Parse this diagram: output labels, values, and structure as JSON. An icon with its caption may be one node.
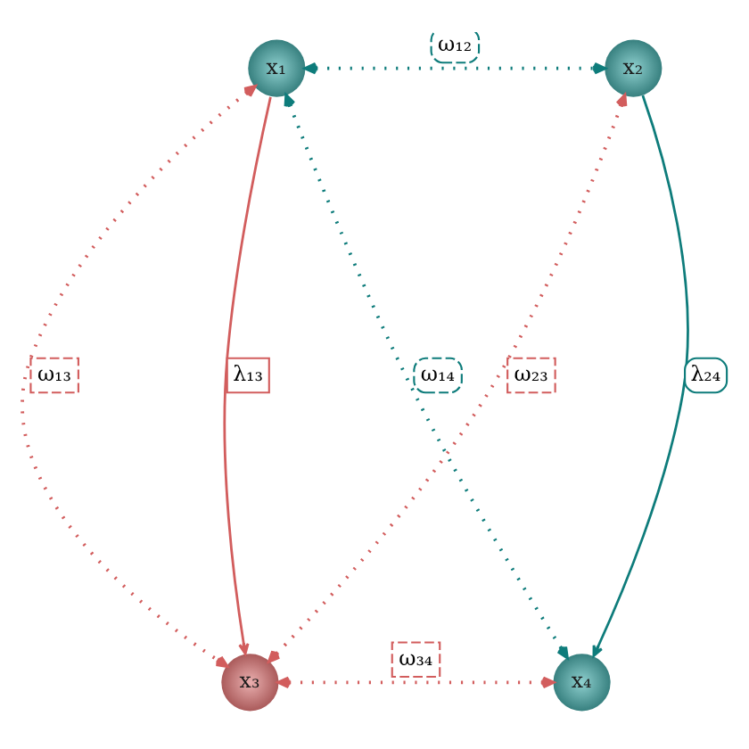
{
  "diagram": {
    "nodes": [
      {
        "text": [
          "x₁"
        ]
      },
      {
        "text": [
          "x₂"
        ]
      },
      {
        "text": [
          "x₃"
        ]
      },
      {
        "text": [
          "x₄"
        ]
      }
    ],
    "edges": [
      {
        "from": 0,
        "to": 1,
        "arrow": "both",
        "label": "ω₁₂",
        "style": "dashed",
        "color": "#0e7c7b"
      },
      {
        "from": 0,
        "to": 2,
        "arrow": "both",
        "label": "ω₁₃",
        "style": "dashed"
      },
      {
        "from": 0,
        "to": 2,
        "arrow": "to",
        "label": "λ₁₃"
      },
      {
        "from": 1,
        "to": 2,
        "arrow": "both",
        "label": "ω₂₃",
        "style": "dashed"
      },
      {
        "from": 0,
        "to": 3,
        "arrow": "both",
        "label": "ω₁₄",
        "style": "dashed",
        "color": "#0e7c7b"
      },
      {
        "from": 1,
        "to": 3,
        "arrow": "to",
        "label": "λ₂₄",
        "color": "#0e7c7b"
      },
      {
        "from": 2,
        "to": 3,
        "arrow": "both",
        "label": "ω₃₄",
        "style": "dashed"
      }
    ]
  }
}
